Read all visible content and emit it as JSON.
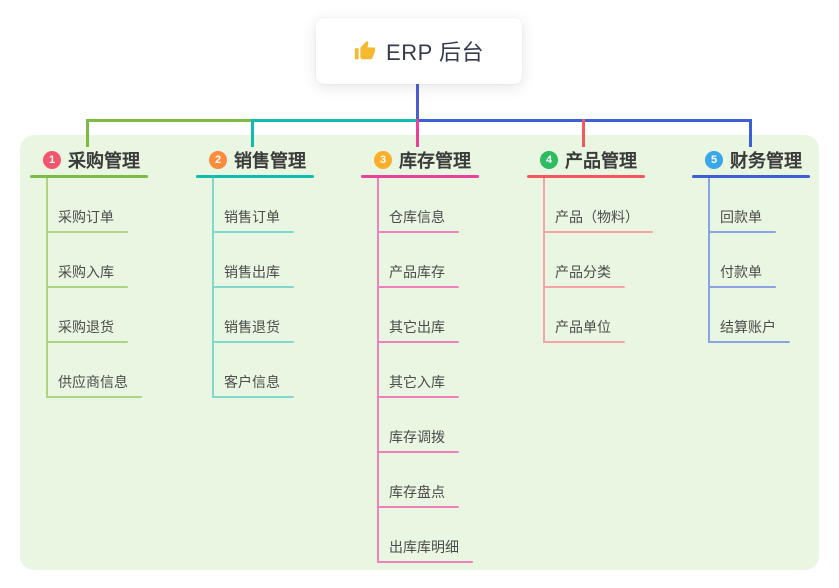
{
  "root": {
    "label": "ERP 后台",
    "icon": "thumbs-up-icon",
    "icon_color": "#f5b82e",
    "text_color": "#353a4e",
    "trunk_color": "#4a5ed0"
  },
  "panel": {
    "bg_color": "#e9f6e1"
  },
  "text_colors": {
    "branch_title": "#3b3b3b",
    "child": "#4c4c4c"
  },
  "branches": [
    {
      "num": "1",
      "label": "采购管理",
      "badge_color": "#f2566d",
      "line_color": "#7cbb44",
      "child_line_color": "#abd584",
      "children": [
        "采购订单",
        "采购入库",
        "采购退货",
        "供应商信息"
      ]
    },
    {
      "num": "2",
      "label": "销售管理",
      "badge_color": "#fb8b3d",
      "line_color": "#10bcb0",
      "child_line_color": "#82d8cf",
      "children": [
        "销售订单",
        "销售出库",
        "销售退货",
        "客户信息"
      ]
    },
    {
      "num": "3",
      "label": "库存管理",
      "badge_color": "#fbae2a",
      "line_color": "#e8429c",
      "child_line_color": "#f180bd",
      "children": [
        "仓库信息",
        "产品库存",
        "其它出库",
        "其它入库",
        "库存调拨",
        "库存盘点",
        "出库库明细"
      ]
    },
    {
      "num": "4",
      "label": "产品管理",
      "badge_color": "#2cbd62",
      "line_color": "#f4575e",
      "child_line_color": "#f8a3a5",
      "children": [
        "产品（物料）",
        "产品分类",
        "产品单位"
      ]
    },
    {
      "num": "5",
      "label": "财务管理",
      "badge_color": "#3aa7e8",
      "line_color": "#3c5ed6",
      "child_line_color": "#8ba3e4",
      "children": [
        "回款单",
        "付款单",
        "结算账户"
      ]
    }
  ]
}
